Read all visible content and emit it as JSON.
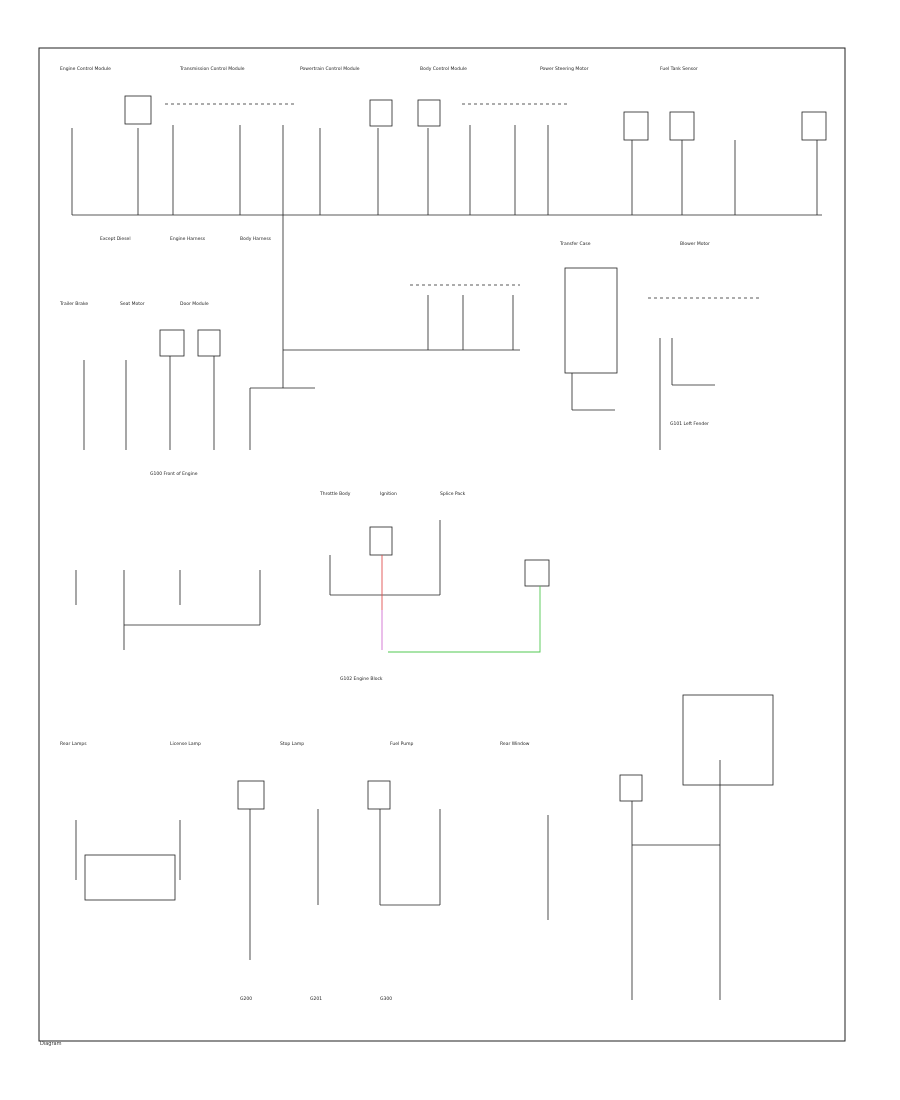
{
  "footer": {
    "label": "Diagram"
  },
  "colors": {
    "red": "#e05050",
    "green": "#50c850",
    "pink": "#d070d0",
    "line": "#222222"
  },
  "groups": {
    "top": {
      "headers": [
        "Engine Control Module",
        "Transmission Control Module",
        "Powertrain Control Module",
        "Body Control Module",
        "Power Steering Motor",
        "Fuel Tank Sensor"
      ],
      "notes": [
        "Except Diesel",
        "Engine Harness",
        "Body Harness"
      ]
    },
    "middle_left": {
      "headers": [
        "Trailer Brake",
        "Seat Motor",
        "Door Module"
      ],
      "notes": [
        "G100 Front of Engine"
      ]
    },
    "middle_right": {
      "headers": [
        "Transfer Case",
        "Blower Motor"
      ],
      "notes": [
        "G101 Left Fender"
      ]
    },
    "center": {
      "headers": [
        "Throttle Body",
        "Ignition",
        "Splice Pack"
      ],
      "notes": [
        "G102 Engine Block"
      ]
    },
    "lower": {
      "headers": [
        "Rear Lamps",
        "License Lamp",
        "Stop Lamp",
        "Fuel Pump",
        "Rear Window"
      ],
      "notes": [
        "G200",
        "G201",
        "G300"
      ]
    }
  }
}
